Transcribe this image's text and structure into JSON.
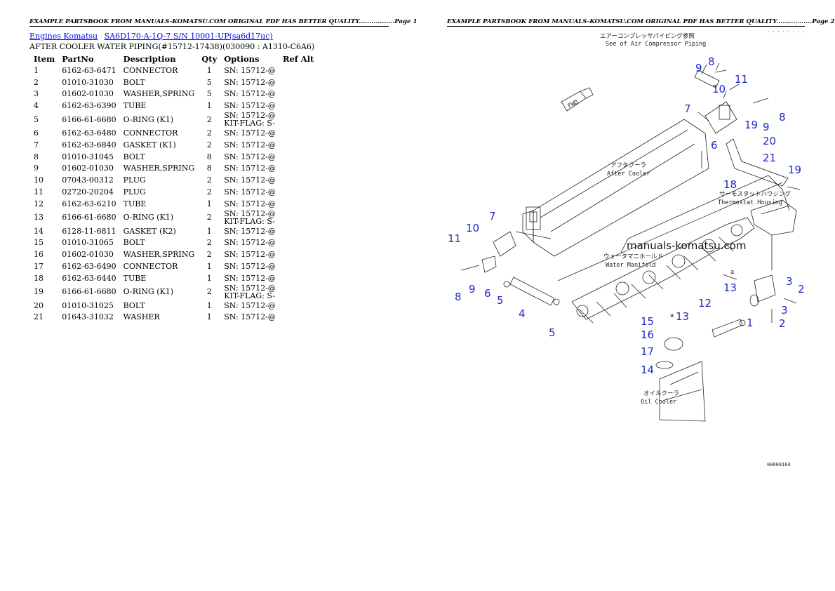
{
  "page1": {
    "header": "EXAMPLE PARTSBOOK FROM MANUALS-KOMATSU.COM ORIGINAL PDF HAS BETTER QUALITY.................Page 1",
    "breadcrumb": {
      "link1": "Engines Komatsu",
      "link2": "SA6D170-A-1Q-7 S/N 10001-UP(sa6d17uc)"
    },
    "subtitle": "AFTER COOLER WATER PIPING(#15712-17438)(030090 : A1310-C6A6)",
    "columns": [
      "Item",
      "PartNo",
      "Description",
      "Qty",
      "Options",
      "Ref Alt"
    ],
    "rows": [
      {
        "item": "1",
        "partno": "6162-63-6471",
        "desc": "CONNECTOR",
        "qty": "1",
        "opt1": "SN: 15712-@",
        "opt2": ""
      },
      {
        "item": "2",
        "partno": "01010-31030",
        "desc": "BOLT",
        "qty": "5",
        "opt1": "SN: 15712-@",
        "opt2": ""
      },
      {
        "item": "3",
        "partno": "01602-01030",
        "desc": "WASHER,SPRING",
        "qty": "5",
        "opt1": "SN: 15712-@",
        "opt2": ""
      },
      {
        "item": "4",
        "partno": "6162-63-6390",
        "desc": "TUBE",
        "qty": "1",
        "opt1": "SN: 15712-@",
        "opt2": ""
      },
      {
        "item": "5",
        "partno": "6166-61-6680",
        "desc": "O-RING (K1)",
        "qty": "2",
        "opt1": "SN: 15712-@",
        "opt2": "KIT-FLAG: S-"
      },
      {
        "item": "6",
        "partno": "6162-63-6480",
        "desc": "CONNECTOR",
        "qty": "2",
        "opt1": "SN: 15712-@",
        "opt2": ""
      },
      {
        "item": "7",
        "partno": "6162-63-6840",
        "desc": "GASKET (K1)",
        "qty": "2",
        "opt1": "SN: 15712-@",
        "opt2": ""
      },
      {
        "item": "8",
        "partno": "01010-31045",
        "desc": "BOLT",
        "qty": "8",
        "opt1": "SN: 15712-@",
        "opt2": ""
      },
      {
        "item": "9",
        "partno": "01602-01030",
        "desc": "WASHER,SPRING",
        "qty": "8",
        "opt1": "SN: 15712-@",
        "opt2": ""
      },
      {
        "item": "10",
        "partno": "07043-00312",
        "desc": "PLUG",
        "qty": "2",
        "opt1": "SN: 15712-@",
        "opt2": ""
      },
      {
        "item": "11",
        "partno": "02720-20204",
        "desc": "PLUG",
        "qty": "2",
        "opt1": "SN: 15712-@",
        "opt2": ""
      },
      {
        "item": "12",
        "partno": "6162-63-6210",
        "desc": "TUBE",
        "qty": "1",
        "opt1": "SN: 15712-@",
        "opt2": ""
      },
      {
        "item": "13",
        "partno": "6166-61-6680",
        "desc": "O-RING (K1)",
        "qty": "2",
        "opt1": "SN: 15712-@",
        "opt2": "KIT-FLAG: S-"
      },
      {
        "item": "14",
        "partno": "6128-11-6811",
        "desc": "GASKET (K2)",
        "qty": "1",
        "opt1": "SN: 15712-@",
        "opt2": ""
      },
      {
        "item": "15",
        "partno": "01010-31065",
        "desc": "BOLT",
        "qty": "2",
        "opt1": "SN: 15712-@",
        "opt2": ""
      },
      {
        "item": "16",
        "partno": "01602-01030",
        "desc": "WASHER,SPRING",
        "qty": "2",
        "opt1": "SN: 15712-@",
        "opt2": ""
      },
      {
        "item": "17",
        "partno": "6162-63-6490",
        "desc": "CONNECTOR",
        "qty": "1",
        "opt1": "SN: 15712-@",
        "opt2": ""
      },
      {
        "item": "18",
        "partno": "6162-63-6440",
        "desc": "TUBE",
        "qty": "1",
        "opt1": "SN: 15712-@",
        "opt2": ""
      },
      {
        "item": "19",
        "partno": "6166-61-6680",
        "desc": "O-RING (K1)",
        "qty": "2",
        "opt1": "SN: 15712-@",
        "opt2": "KIT-FLAG: S-"
      },
      {
        "item": "20",
        "partno": "01010-31025",
        "desc": "BOLT",
        "qty": "1",
        "opt1": "SN: 15712-@",
        "opt2": ""
      },
      {
        "item": "21",
        "partno": "01643-31032",
        "desc": "WASHER",
        "qty": "1",
        "opt1": "SN: 15712-@",
        "opt2": ""
      }
    ]
  },
  "page2": {
    "header": "EXAMPLE PARTSBOOK FROM MANUALS-KOMATSU.COM ORIGINAL PDF HAS BETTER QUALITY.................Page 2",
    "diagram": {
      "jp_air_compressor": "エアーコンプレッサパイピング参照",
      "air_compressor": "See of Air Compressor Piping",
      "jp_after_cooler": "アフタクーラ",
      "after_cooler": "After Cooler",
      "jp_thermostat": "サーモスタットハウジング",
      "thermostat": "Thermostat Housing",
      "jp_water_manifold": "ウォータマニホールド",
      "water_manifold": "Water Manifold",
      "jp_oil_cooler": "オイルクーラ",
      "oil_cooler": "Oil Cooler",
      "watermark": "manuals-komatsu.com",
      "fwd": "FWD",
      "code": "00000164",
      "a_label": "a",
      "a2_label": "a",
      "callouts": [
        "9",
        "8",
        "10",
        "11",
        "7",
        "6",
        "8",
        "9",
        "19",
        "20",
        "21",
        "19",
        "18",
        "7",
        "10",
        "11",
        "8",
        "9",
        "6",
        "5",
        "4",
        "5",
        "3",
        "2",
        "13",
        "12",
        "3",
        "1",
        "2",
        "15",
        "13",
        "16",
        "17",
        "14"
      ]
    },
    "accent_color": "#1f29c8"
  }
}
